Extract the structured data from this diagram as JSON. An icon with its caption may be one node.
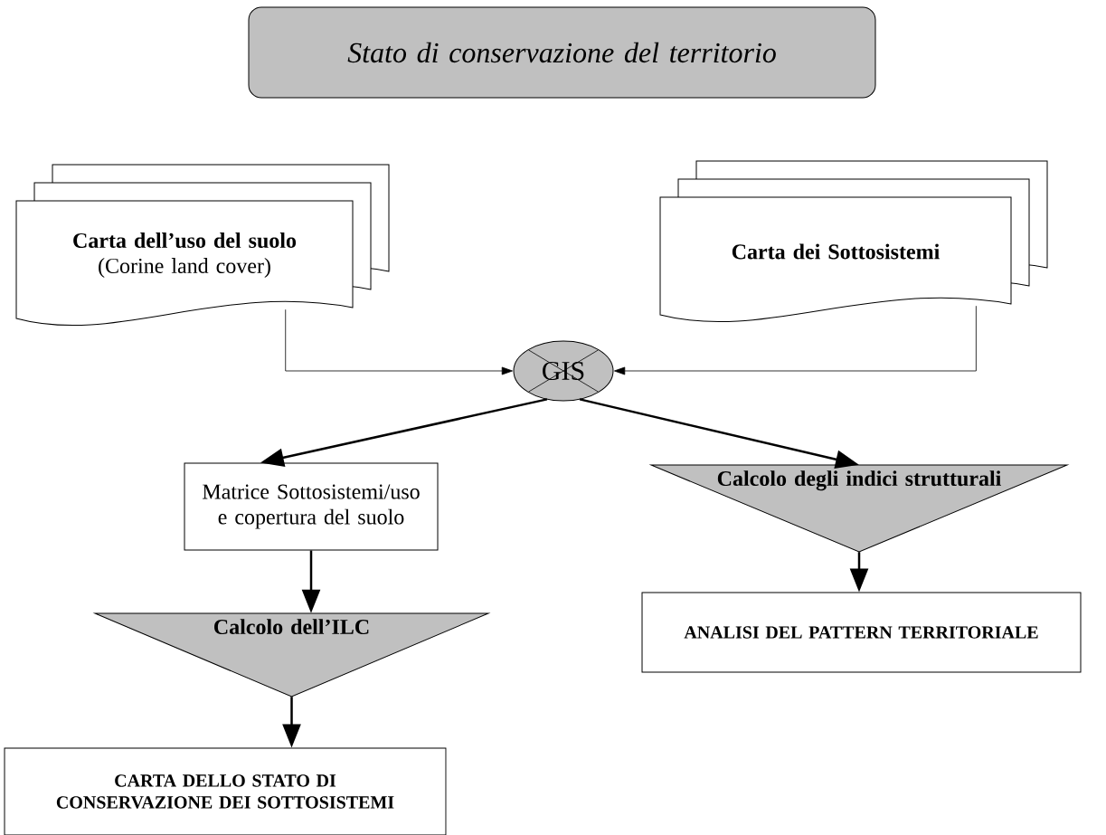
{
  "diagram": {
    "nodes": [
      {
        "text": [
          "Stato di conservazione del territorio"
        ]
      },
      {
        "text": [
          "Carta dell’uso del suolo",
          "(Corine land cover)"
        ]
      },
      {
        "text": [
          "Carta dei Sottosistemi"
        ]
      },
      {
        "text": [
          "GIS"
        ]
      },
      {
        "text": [
          "Matrice Sottosistemi/uso e copertura del suolo"
        ]
      },
      {
        "text": [
          "Calcolo dell’ILC"
        ]
      },
      {
        "text": [
          "Calcolo degli indici strutturali"
        ]
      },
      {
        "text": [
          "ANALISI DEL PATTERN TERRITORIALE"
        ]
      },
      {
        "text": [
          "CARTA DELLO STATO DI CONSERVAZIONE DEI SOTTOSISTEMI"
        ]
      }
    ],
    "edges": [
      {
        "from": 1,
        "to": 3,
        "arrow": "to"
      },
      {
        "from": 2,
        "to": 3,
        "arrow": "to"
      },
      {
        "from": 3,
        "to": 4,
        "arrow": "to"
      },
      {
        "from": 3,
        "to": 6,
        "arrow": "to"
      },
      {
        "from": 4,
        "to": 5,
        "arrow": "to"
      },
      {
        "from": 6,
        "to": 7,
        "arrow": "to"
      },
      {
        "from": 5,
        "to": 8,
        "arrow": "to"
      }
    ]
  }
}
